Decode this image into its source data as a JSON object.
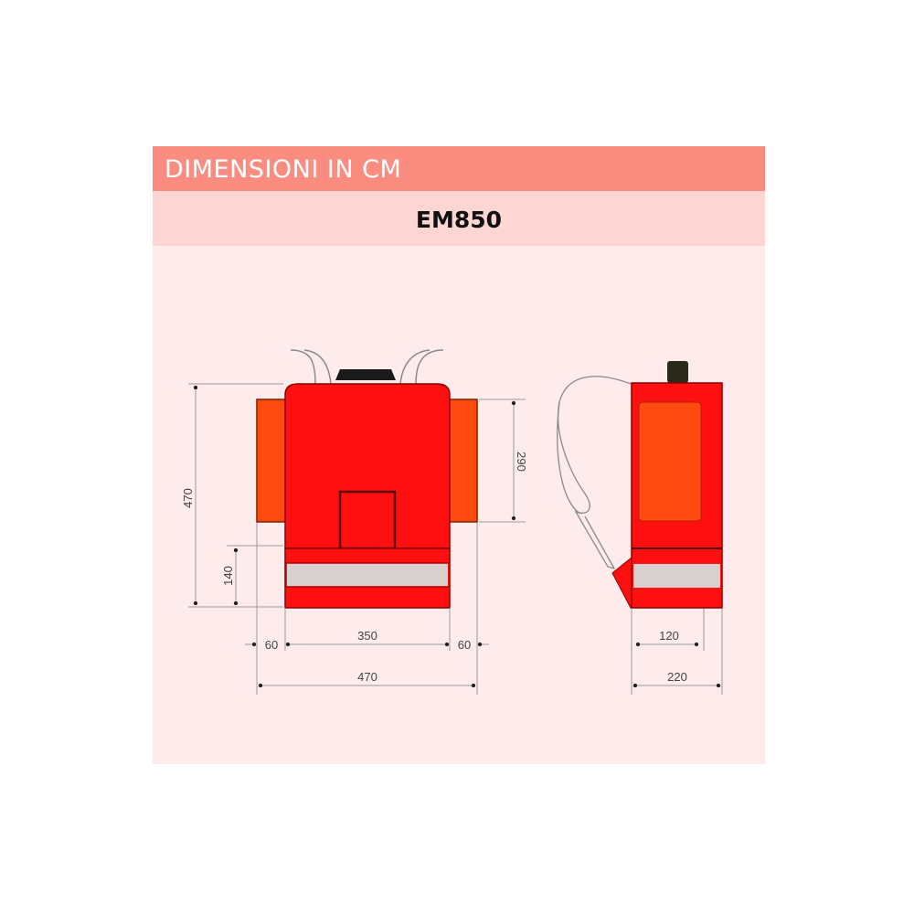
{
  "header": {
    "title": "DIMENSIONI IN CM"
  },
  "subheader": {
    "model": "EM850"
  },
  "colors": {
    "header_bg": "#fb8d80",
    "subheader_bg": "#fdd5d2",
    "panel_bg": "#fdeceb",
    "body_red": "#ff1010",
    "pocket_orange": "#ff4a10",
    "reflective_band": "#d8cfcf"
  },
  "front_view": {
    "dimensions": {
      "total_height": "470",
      "pocket_height": "290",
      "bottom_section_height": "140",
      "left_pocket_width": "60",
      "body_width": "350",
      "right_pocket_width": "60",
      "total_width": "470"
    }
  },
  "side_view": {
    "dimensions": {
      "base_depth": "120",
      "total_depth": "220"
    }
  }
}
